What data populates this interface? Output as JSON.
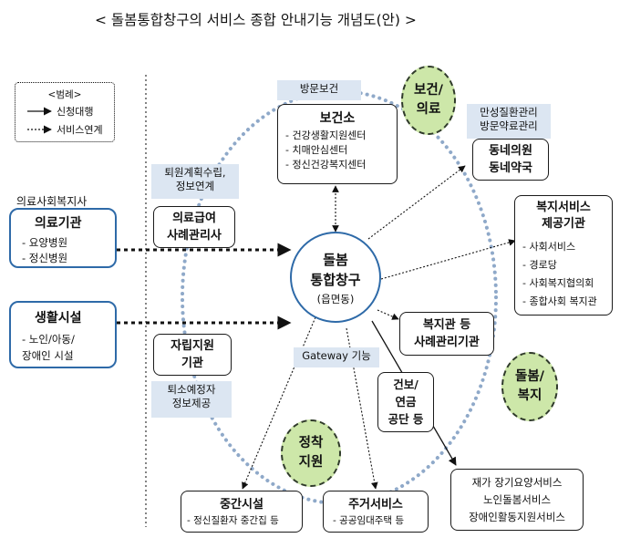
{
  "title": "< 돌봄통합창구의 서비스 종합 안내기능 개념도(안) >",
  "legend": {
    "heading": "<범례>",
    "items": [
      {
        "label": "신청대행",
        "style": "solid"
      },
      {
        "label": "서비스연계",
        "style": "dotted"
      }
    ]
  },
  "center": {
    "line1": "돌봄",
    "line2": "통합창구",
    "line3": "(읍면동)"
  },
  "gateway_label": "Gateway 기능",
  "sectors": {
    "health": [
      "보건/",
      "의료"
    ],
    "care": [
      "돌봄/",
      "복지"
    ],
    "settle": [
      "정착",
      "지원"
    ]
  },
  "tags": {
    "visit_health": "방문보건",
    "chronic": [
      "만성질환관리",
      "방문약료관리"
    ],
    "discharge": [
      "퇴원계획수립,",
      "정보연계"
    ],
    "leave_notice": [
      "퇴소예정자",
      "정보제공"
    ]
  },
  "left_panel": {
    "medical_social_worker": "의료사회복지사",
    "medical_institution": {
      "title": "의료기관",
      "items": [
        "- 요양병원",
        "- 정신병원"
      ]
    },
    "living_facility": {
      "title": "생활시설",
      "items": [
        "- 노인/아동/",
        "장애인 시설"
      ]
    }
  },
  "boxes": {
    "health_center": {
      "title": "보건소",
      "items": [
        "- 건강생활지원센터",
        "- 치매안심센터",
        "- 정신건강복지센터"
      ]
    },
    "local_clinic": [
      "동네의원",
      "동네약국"
    ],
    "welfare_providers": {
      "title": [
        "복지서비스",
        "제공기관"
      ],
      "items": [
        "- 사회서비스",
        "- 경로당",
        "- 사회복지협의회",
        "- 종합사회 복지관"
      ]
    },
    "medical_case_manager": [
      "의료급여",
      "사례관리사"
    ],
    "welfare_center": [
      "복지관 등",
      "사례관리기관"
    ],
    "self_support": [
      "자립지원",
      "기관"
    ],
    "nhis_pension": [
      "건보/",
      "연금",
      "공단 등"
    ],
    "halfway_facility": {
      "title": "중간시설",
      "items": [
        "- 정신질환자 중간집 등"
      ]
    },
    "housing_service": {
      "title": "주거서비스",
      "items": [
        "- 공공임대주택 등"
      ]
    },
    "home_services": [
      "재가 장기요양서비스",
      "노인돌봄서비스",
      "장애인활동지원서비스"
    ]
  },
  "colors": {
    "blue_border": "#2e6aa8",
    "tag_fill": "#dce6f2",
    "oval_fill": "#cde7a9",
    "dotted_circle": "#8fa9c9"
  }
}
